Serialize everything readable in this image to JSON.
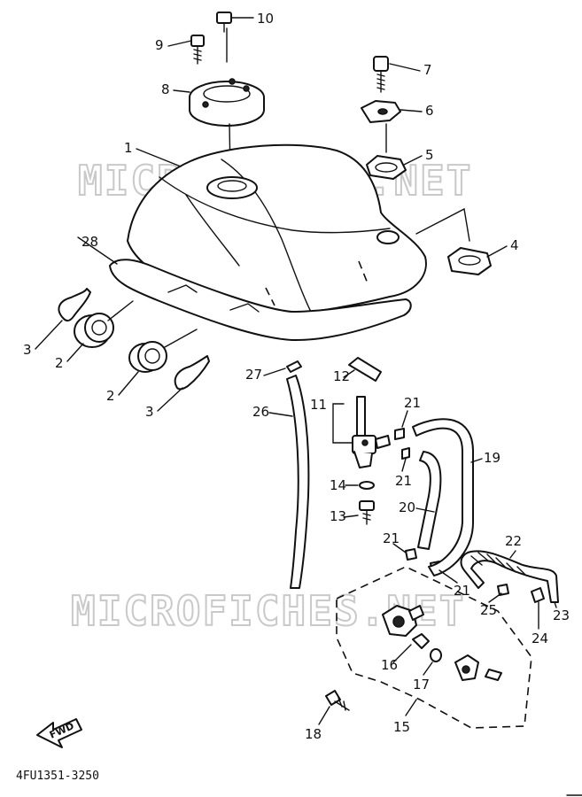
{
  "watermark": "MICROFICHES.NET",
  "drawing_code": "4FU1351-3250",
  "fwd_label": "FWD",
  "callouts": [
    "1",
    "2",
    "2",
    "3",
    "3",
    "4",
    "5",
    "6",
    "7",
    "8",
    "9",
    "10",
    "11",
    "12",
    "13",
    "14",
    "15",
    "16",
    "17",
    "18",
    "19",
    "20",
    "21",
    "21",
    "21",
    "21",
    "22",
    "23",
    "24",
    "25",
    "26",
    "27",
    "28"
  ]
}
